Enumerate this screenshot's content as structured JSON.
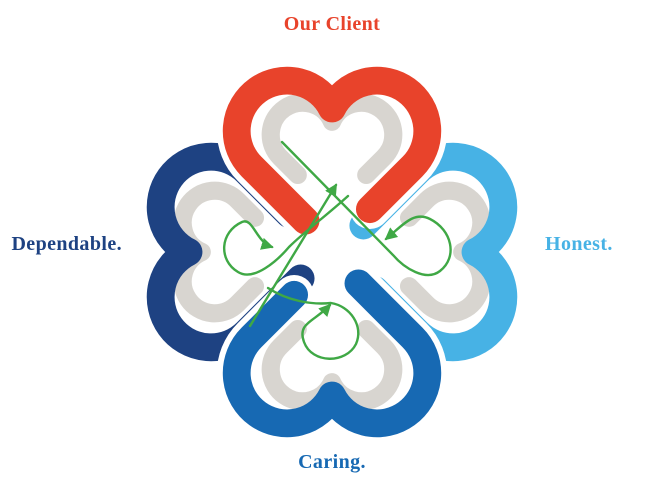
{
  "diagram": {
    "type": "four-heart-clover-loop",
    "description": "Four interlocking open-tipped hearts with green flow arrows looping toward the center"
  },
  "hearts": [
    {
      "position": "top",
      "label": "Our Client",
      "color": "#E8432B"
    },
    {
      "position": "right",
      "label": "Honest.",
      "color": "#47B2E5"
    },
    {
      "position": "bottom",
      "label": "Caring.",
      "color": "#1769B3"
    },
    {
      "position": "left",
      "label": "Dependable.",
      "color": "#1E4282"
    }
  ],
  "colors": {
    "inner_band_gray": "#D8D5D0",
    "arrow_green": "#3FA845",
    "background": "#FFFFFF"
  },
  "arrows": {
    "color": "#3FA845",
    "items": [
      "arrow-toward-top-heart",
      "loop-arrow-from-top-to-right-heart",
      "loop-arrow-left-toward-center",
      "loop-arrow-bottom-toward-center"
    ]
  }
}
